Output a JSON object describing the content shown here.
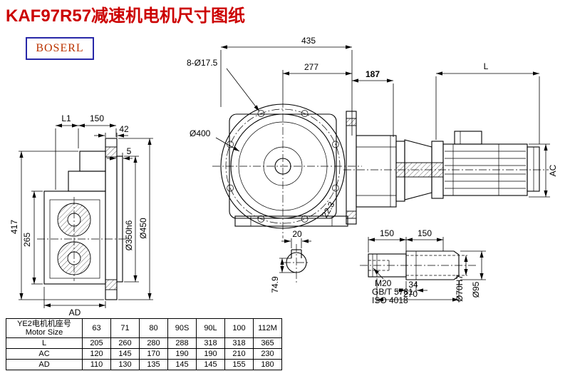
{
  "page": {
    "title": "KAF97R57减速机电机尺寸图纸",
    "logo_text": "BOSERL"
  },
  "front_view": {
    "dim_435": "435",
    "dim_bolt_holes": "8-Ø17.5",
    "dim_277": "277",
    "dim_phi400": "Ø400",
    "dim_chamfer": "22.3",
    "dim_key_width": "20",
    "dim_74_9": "74.9"
  },
  "left_view": {
    "dim_L1": "L1",
    "dim_150": "150",
    "dim_42": "42",
    "dim_5": "5",
    "dim_417": "417",
    "dim_265": "265",
    "dim_AD": "AD",
    "dim_phi350": "Ø350h6",
    "dim_phi450": "Ø450"
  },
  "motor_view": {
    "dim_187": "187",
    "dim_L": "L",
    "dim_AC": "AC"
  },
  "shaft_detail": {
    "dim_150_a": "150",
    "dim_150_b": "150",
    "thread_spec": "M20",
    "standard_1": "GB/T 5781",
    "standard_2": "ISO 4018",
    "dim_34": "34",
    "dim_270": "270",
    "dim_phi70": "Ø70H7",
    "dim_phi95": "Ø95"
  },
  "table": {
    "header_cn": "YE2电机机座号",
    "header_en": "Motor Size",
    "columns": [
      "63",
      "71",
      "80",
      "90S",
      "90L",
      "100",
      "112M"
    ],
    "rows": [
      {
        "label": "L",
        "values": [
          "205",
          "260",
          "280",
          "288",
          "318",
          "318",
          "365"
        ]
      },
      {
        "label": "AC",
        "values": [
          "120",
          "145",
          "170",
          "190",
          "190",
          "210",
          "230"
        ]
      },
      {
        "label": "AD",
        "values": [
          "110",
          "130",
          "135",
          "145",
          "145",
          "155",
          "180"
        ]
      }
    ]
  }
}
